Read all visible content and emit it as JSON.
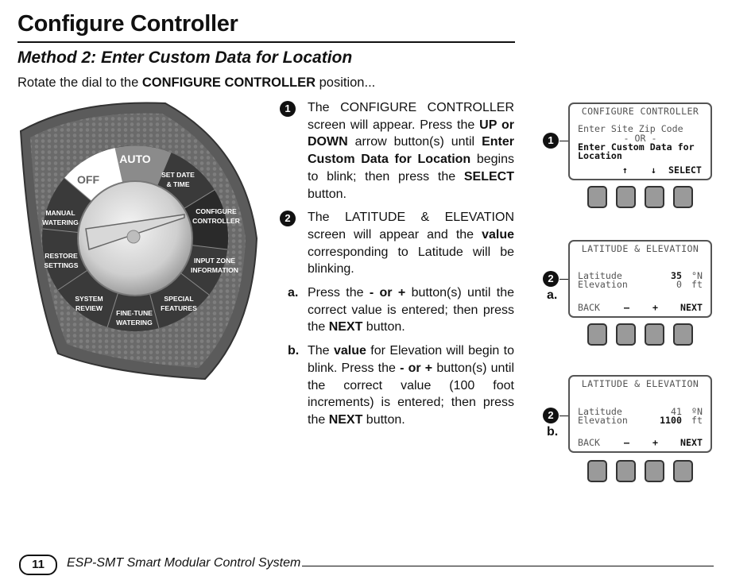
{
  "header": {
    "title": "Configure Controller",
    "subtitle": "Method 2: Enter Custom Data for Location",
    "intro_pre": "Rotate the dial to the ",
    "intro_bold": "CONFIGURE CONTROLLER",
    "intro_post": " position..."
  },
  "dial": {
    "positions": {
      "auto": "AUTO",
      "off": "OFF",
      "set_date_1": "SET DATE",
      "set_date_2": "& TIME",
      "configure_1": "CONFIGURE",
      "configure_2": "CONTROLLER",
      "input_zone_1": "INPUT ZONE",
      "input_zone_2": "INFORMATION",
      "special_1": "SPECIAL",
      "special_2": "FEATURES",
      "fine_tune_1": "FINE-TUNE",
      "fine_tune_2": "WATERING",
      "system_review_1": "SYSTEM",
      "system_review_2": "REVIEW",
      "restore_1": "RESTORE",
      "restore_2": "SETTINGS",
      "manual_1": "MANUAL",
      "manual_2": "WATERING"
    }
  },
  "steps": {
    "s1": {
      "num": "1",
      "t1": "The CONFIGURE CONTROLLER screen will appear. Press the ",
      "b1": "UP or DOWN",
      "t2": " arrow button(s) until ",
      "b2": "Enter Custom Data for Location",
      "t3": " begins to blink; then press the ",
      "b3": "SELECT",
      "t4": " button."
    },
    "s2": {
      "num": "2",
      "t1": "The LATITUDE & ELEVATION screen will appear and the ",
      "b1": "value",
      "t2": " corresponding to Latitude will be blinking."
    },
    "a": {
      "letter": "a.",
      "t1": "Press the ",
      "b1": "- or +",
      "t2": " button(s) until the correct value is entered; then press the ",
      "b2": "NEXT",
      "t3": " button."
    },
    "b": {
      "letter": "b.",
      "t1": "The ",
      "b1": "value",
      "t2": " for Elevation will begin to blink. Press the ",
      "b2": "- or +",
      "t3": " button(s) until the correct value (100 foot increments) is entered; then press the ",
      "b3": "NEXT",
      "t4": " button."
    }
  },
  "screens": {
    "configure": {
      "header": "CONFIGURE CONTROLLER",
      "line1": "Enter Site Zip Code",
      "line2": "- OR -",
      "line3": "Enter Custom Data for",
      "line4": "Location",
      "soft_up": "↑",
      "soft_down": "↓",
      "soft_select": "SELECT",
      "marker": "1"
    },
    "latitude_a": {
      "header": "LATITUDE & ELEVATION",
      "lat_label": "Latitude",
      "lat_value": "35",
      "lat_unit": "°N",
      "elev_label": "Elevation",
      "elev_value": "0",
      "elev_unit": "ft",
      "soft_back": "BACK",
      "soft_minus": "–",
      "soft_plus": "+",
      "soft_next": "NEXT",
      "marker": "2",
      "letter": "a."
    },
    "latitude_b": {
      "header": "LATITUDE & ELEVATION",
      "lat_label": "Latitude",
      "lat_value": "41",
      "lat_unit": "ºN",
      "elev_label": "Elevation",
      "elev_value": "1100",
      "elev_unit": "ft",
      "soft_back": "BACK",
      "soft_minus": "–",
      "soft_plus": "+",
      "soft_next": "NEXT",
      "marker": "2",
      "letter": "b."
    }
  },
  "footer": {
    "page_number": "11",
    "doc_title": "ESP-SMT Smart Modular Control System"
  }
}
